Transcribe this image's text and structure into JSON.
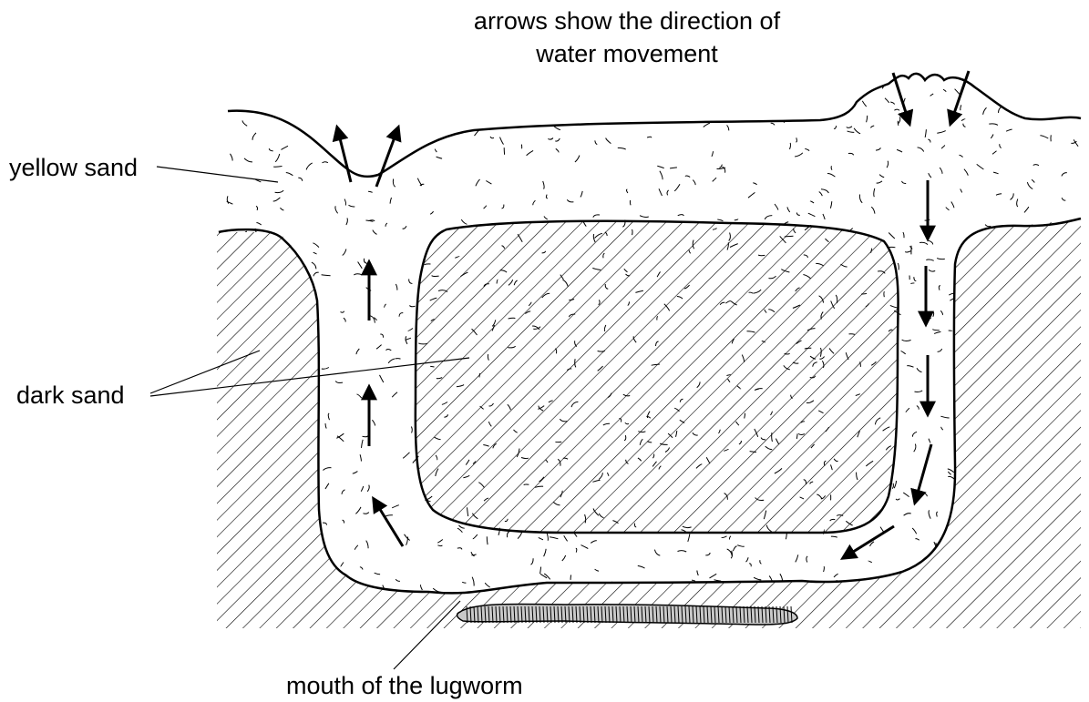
{
  "labels": {
    "caption_line1": "arrows show the direction of",
    "caption_line2": "water movement",
    "yellow_sand": "yellow sand",
    "dark_sand": "dark sand",
    "mouth": "mouth of the lugworm"
  },
  "colors": {
    "ink": "#000000",
    "background": "#ffffff",
    "worm": "#9a9a9a"
  }
}
